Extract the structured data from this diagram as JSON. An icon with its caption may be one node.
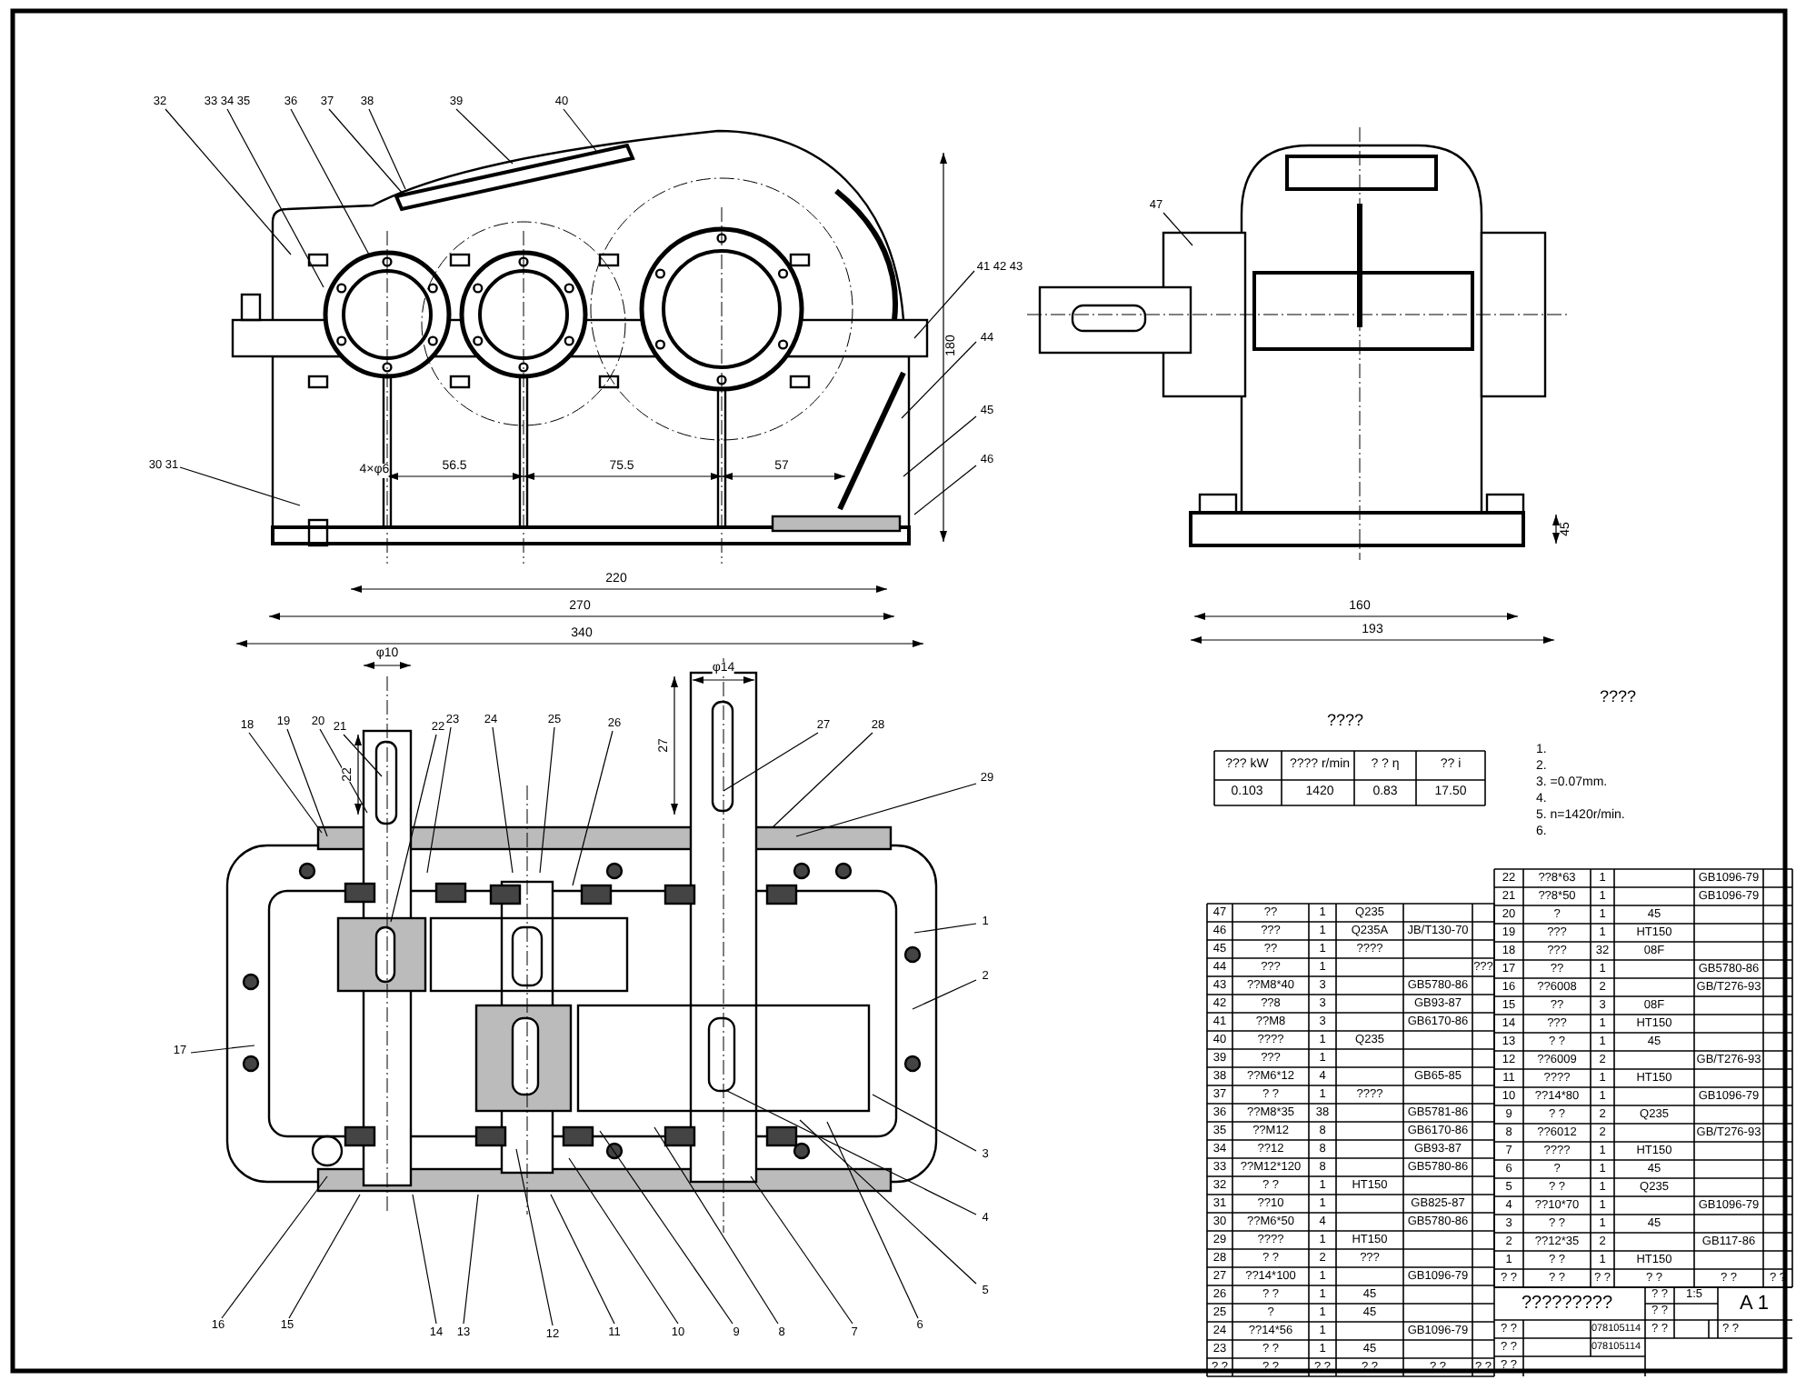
{
  "diagram": {
    "nodes": [
      {
        "text": [
          "32"
        ]
      },
      {
        "text": [
          "33 34 35"
        ]
      },
      {
        "text": [
          "36"
        ]
      },
      {
        "text": [
          "37"
        ]
      },
      {
        "text": [
          "38"
        ]
      },
      {
        "text": [
          "39"
        ]
      },
      {
        "text": [
          "40"
        ]
      },
      {
        "text": [
          "41 42 43"
        ]
      },
      {
        "text": [
          "44"
        ]
      },
      {
        "text": [
          "45"
        ]
      },
      {
        "text": [
          "46"
        ]
      },
      {
        "text": [
          "30 31"
        ]
      },
      {
        "text": [
          "47"
        ]
      },
      {
        "text": [
          "18"
        ]
      },
      {
        "text": [
          "19"
        ]
      },
      {
        "text": [
          "20"
        ]
      },
      {
        "text": [
          "21"
        ]
      },
      {
        "text": [
          "22"
        ]
      },
      {
        "text": [
          "23"
        ]
      },
      {
        "text": [
          "24"
        ]
      },
      {
        "text": [
          "25"
        ]
      },
      {
        "text": [
          "26"
        ]
      },
      {
        "text": [
          "27"
        ]
      },
      {
        "text": [
          "28"
        ]
      },
      {
        "text": [
          "29"
        ]
      },
      {
        "text": [
          "1"
        ]
      },
      {
        "text": [
          "2"
        ]
      },
      {
        "text": [
          "17"
        ]
      },
      {
        "text": [
          "3"
        ]
      },
      {
        "text": [
          "4"
        ]
      },
      {
        "text": [
          "5"
        ]
      },
      {
        "text": [
          "6"
        ]
      },
      {
        "text": [
          "7"
        ]
      },
      {
        "text": [
          "8"
        ]
      },
      {
        "text": [
          "9"
        ]
      },
      {
        "text": [
          "10"
        ]
      },
      {
        "text": [
          "11"
        ]
      },
      {
        "text": [
          "12"
        ]
      },
      {
        "text": [
          "13"
        ]
      },
      {
        "text": [
          "14"
        ]
      },
      {
        "text": [
          "15"
        ]
      },
      {
        "text": [
          "16"
        ]
      }
    ],
    "edges": [
      {
        "from": 0,
        "to": null,
        "arrow": "none"
      },
      {
        "from": 1,
        "to": null,
        "arrow": "none"
      },
      {
        "from": 2,
        "to": null,
        "arrow": "none"
      },
      {
        "from": 3,
        "to": null,
        "arrow": "none"
      },
      {
        "from": 4,
        "to": null,
        "arrow": "none"
      },
      {
        "from": 5,
        "to": null,
        "arrow": "none"
      },
      {
        "from": 6,
        "to": null,
        "arrow": "none"
      },
      {
        "from": 7,
        "to": null,
        "arrow": "none"
      },
      {
        "from": 8,
        "to": null,
        "arrow": "none"
      },
      {
        "from": 9,
        "to": null,
        "arrow": "none"
      },
      {
        "from": 10,
        "to": null,
        "arrow": "none"
      },
      {
        "from": 11,
        "to": null,
        "arrow": "none"
      },
      {
        "from": 12,
        "to": null,
        "arrow": "none"
      },
      {
        "from": 13,
        "to": null,
        "arrow": "none"
      },
      {
        "from": 14,
        "to": null,
        "arrow": "none"
      },
      {
        "from": 15,
        "to": null,
        "arrow": "none"
      },
      {
        "from": 16,
        "to": null,
        "arrow": "none"
      },
      {
        "from": 17,
        "to": null,
        "arrow": "none"
      },
      {
        "from": 18,
        "to": null,
        "arrow": "none"
      },
      {
        "from": 19,
        "to": null,
        "arrow": "none"
      },
      {
        "from": 20,
        "to": null,
        "arrow": "none"
      },
      {
        "from": 21,
        "to": null,
        "arrow": "none"
      },
      {
        "from": 22,
        "to": null,
        "arrow": "none"
      },
      {
        "from": 23,
        "to": null,
        "arrow": "none"
      },
      {
        "from": 24,
        "to": null,
        "arrow": "none"
      },
      {
        "from": 25,
        "to": null,
        "arrow": "none"
      },
      {
        "from": 26,
        "to": null,
        "arrow": "none"
      },
      {
        "from": 27,
        "to": null,
        "arrow": "none"
      },
      {
        "from": 28,
        "to": null,
        "arrow": "none"
      },
      {
        "from": 29,
        "to": null,
        "arrow": "none"
      },
      {
        "from": 30,
        "to": null,
        "arrow": "none"
      },
      {
        "from": 31,
        "to": null,
        "arrow": "none"
      },
      {
        "from": 32,
        "to": null,
        "arrow": "none"
      },
      {
        "from": 33,
        "to": null,
        "arrow": "none"
      },
      {
        "from": 34,
        "to": null,
        "arrow": "none"
      },
      {
        "from": 35,
        "to": null,
        "arrow": "none"
      },
      {
        "from": 36,
        "to": null,
        "arrow": "none"
      },
      {
        "from": 37,
        "to": null,
        "arrow": "none"
      },
      {
        "from": 38,
        "to": null,
        "arrow": "none"
      },
      {
        "from": 39,
        "to": null,
        "arrow": "none"
      },
      {
        "from": 40,
        "to": null,
        "arrow": "none"
      },
      {
        "from": 41,
        "to": null,
        "arrow": "none"
      }
    ],
    "labels": [
      "56.5",
      "75.5",
      "57",
      "220",
      "270",
      "340",
      "4×φ6",
      "180",
      "160",
      "193",
      "45",
      "φ10",
      "22",
      "φ14",
      "27",
      "????",
      "??? kW",
      "???? r/min",
      "? ? η",
      "?? i",
      "0.103",
      "1420",
      "0.83",
      "17.50",
      "????",
      "1.",
      "2.",
      "3. =0.07mm.",
      "4.",
      "5. n=1420r/min.",
      "6.",
      "47",
      "??",
      "1",
      "Q235",
      "46",
      "???",
      "1",
      "Q235A",
      "JB/T130-70",
      "45",
      "??",
      "1",
      "????",
      "44",
      "???",
      "1",
      "???",
      "43",
      "??M8*40",
      "3",
      "GB5780-86",
      "42",
      "??8",
      "3",
      "GB93-87",
      "41",
      "??M8",
      "3",
      "GB6170-86",
      "40",
      "????",
      "1",
      "Q235",
      "39",
      "???",
      "1",
      "38",
      "??M6*12",
      "4",
      "GB65-85",
      "37",
      "? ?",
      "1",
      "????",
      "36",
      "??M8*35",
      "38",
      "GB5781-86",
      "35",
      "??M12",
      "8",
      "GB6170-86",
      "34",
      "??12",
      "8",
      "GB93-87",
      "33",
      "??M12*120",
      "8",
      "GB5780-86",
      "32",
      "? ?",
      "1",
      "HT150",
      "31",
      "??10",
      "1",
      "GB825-87",
      "30",
      "??M6*50",
      "4",
      "GB5780-86",
      "29",
      "????",
      "1",
      "HT150",
      "28",
      "? ?",
      "2",
      "???",
      "27",
      "??14*100",
      "1",
      "GB1096-79",
      "26",
      "? ?",
      "1",
      "45",
      "25",
      "?",
      "1",
      "45",
      "24",
      "??14*56",
      "1",
      "GB1096-79",
      "23",
      "? ?",
      "1",
      "45",
      "? ?",
      "? ?",
      "? ?",
      "? ?",
      "? ?",
      "? ?",
      "22",
      "??8*63",
      "1",
      "GB1096-79",
      "21",
      "??8*50",
      "1",
      "GB1096-79",
      "20",
      "?",
      "1",
      "45",
      "19",
      "???",
      "1",
      "HT150",
      "18",
      "???",
      "32",
      "08F",
      "17",
      "??",
      "1",
      "GB5780-86",
      "16",
      "??6008",
      "2",
      "GB/T276-93",
      "15",
      "??",
      "3",
      "08F",
      "14",
      "???",
      "1",
      "HT150",
      "13",
      "? ?",
      "1",
      "45",
      "12",
      "??6009",
      "2",
      "GB/T276-93",
      "11",
      "????",
      "1",
      "HT150",
      "10",
      "??14*80",
      "1",
      "GB1096-79",
      "9",
      "? ?",
      "2",
      "Q235",
      "8",
      "??6012",
      "2",
      "GB/T276-93",
      "7",
      "????",
      "1",
      "HT150",
      "6",
      "?",
      "1",
      "45",
      "5",
      "? ?",
      "1",
      "Q235",
      "4",
      "??10*70",
      "1",
      "GB1096-79",
      "3",
      "? ?",
      "1",
      "45",
      "2",
      "??12*35",
      "2",
      "GB117-86",
      "1",
      "? ?",
      "1",
      "HT150",
      "? ?",
      "? ?",
      "? ?",
      "? ?",
      "? ?",
      "? ?",
      "?????????",
      "? ?",
      "1:5",
      "A 1",
      "? ?",
      "? ?",
      "078105114",
      "? ?",
      "? ?",
      "? ?",
      "078105114",
      "? ?"
    ]
  }
}
